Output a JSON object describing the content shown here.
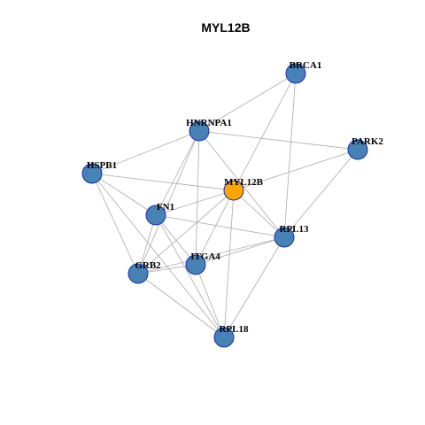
{
  "title": "MYL12B",
  "colors": {
    "background": "#ffffff",
    "edge": "#aaaaaa",
    "node_fill": "#4682b4",
    "node_stroke": "#1a2fb0",
    "focus_fill": "#ffa500"
  },
  "focus_node": "MYL12B",
  "nodes": [
    {
      "id": "BRCA1",
      "label": "BRCA1"
    },
    {
      "id": "HNRNPA1",
      "label": "HNRNPA1"
    },
    {
      "id": "PARK2",
      "label": "PARK2"
    },
    {
      "id": "HSPB1",
      "label": "HSPB1"
    },
    {
      "id": "MYL12B",
      "label": "MYL12B"
    },
    {
      "id": "FN1",
      "label": "FN1"
    },
    {
      "id": "RPL13",
      "label": "RPL13"
    },
    {
      "id": "ITGA4",
      "label": "ITGA4"
    },
    {
      "id": "GRB2",
      "label": "GRB2"
    },
    {
      "id": "RPL18",
      "label": "RPL18"
    }
  ],
  "edges": [
    [
      "BRCA1",
      "HNRNPA1"
    ],
    [
      "BRCA1",
      "MYL12B"
    ],
    [
      "BRCA1",
      "RPL13"
    ],
    [
      "HNRNPA1",
      "PARK2"
    ],
    [
      "HNRNPA1",
      "HSPB1"
    ],
    [
      "HNRNPA1",
      "FN1"
    ],
    [
      "HNRNPA1",
      "GRB2"
    ],
    [
      "HNRNPA1",
      "ITGA4"
    ],
    [
      "HNRNPA1",
      "RPL13"
    ],
    [
      "PARK2",
      "MYL12B"
    ],
    [
      "PARK2",
      "RPL13"
    ],
    [
      "HSPB1",
      "MYL12B"
    ],
    [
      "HSPB1",
      "FN1"
    ],
    [
      "HSPB1",
      "GRB2"
    ],
    [
      "HSPB1",
      "RPL18"
    ],
    [
      "MYL12B",
      "FN1"
    ],
    [
      "MYL12B",
      "RPL13"
    ],
    [
      "MYL12B",
      "ITGA4"
    ],
    [
      "MYL12B",
      "GRB2"
    ],
    [
      "MYL12B",
      "RPL18"
    ],
    [
      "FN1",
      "RPL13"
    ],
    [
      "FN1",
      "ITGA4"
    ],
    [
      "FN1",
      "GRB2"
    ],
    [
      "FN1",
      "RPL18"
    ],
    [
      "RPL13",
      "ITGA4"
    ],
    [
      "RPL13",
      "GRB2"
    ],
    [
      "RPL13",
      "RPL18"
    ],
    [
      "ITGA4",
      "GRB2"
    ],
    [
      "ITGA4",
      "RPL18"
    ],
    [
      "GRB2",
      "RPL18"
    ]
  ]
}
